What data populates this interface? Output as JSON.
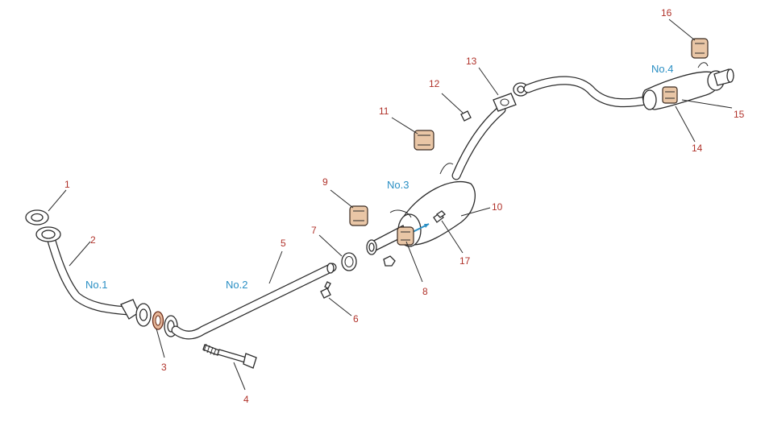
{
  "callouts": {
    "c1": "1",
    "c2": "2",
    "c3": "3",
    "c4": "4",
    "c5": "5",
    "c6": "6",
    "c7": "7",
    "c8": "8",
    "c9": "9",
    "c10": "10",
    "c11": "11",
    "c12": "12",
    "c13": "13",
    "c14": "14",
    "c15": "15",
    "c16": "16",
    "c17": "17"
  },
  "sections": {
    "no1": "No.1",
    "no2": "No.2",
    "no3": "No.3",
    "no4": "No.4"
  },
  "colors": {
    "callout_text": "#b0322a",
    "section_text": "#2a8fc4",
    "line": "#2b2b2b",
    "rubber_fill": "#e9c6a6",
    "gasket_fill": "#e7b79a",
    "arrow": "#2a8fc4"
  }
}
